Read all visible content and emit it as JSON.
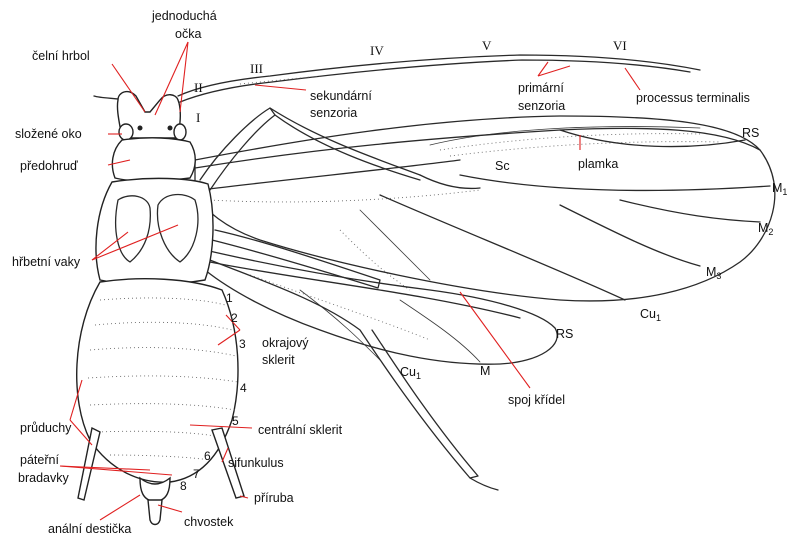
{
  "labels": {
    "jednoducha_ocka": [
      "jednoduchá",
      "očka"
    ],
    "celni_hrbol": "čelní hrbol",
    "slozene_oko": "složené oko",
    "predohrud": "předohruď",
    "hrbetni_vaky": "hřbetní vaky",
    "okrajovy_sklerit": [
      "okrajový",
      "sklerit"
    ],
    "pruduchy": "průduchy",
    "pateri_bradavky": [
      "páteřní",
      "bradavky"
    ],
    "analni_desticka": "anální destička",
    "chvostek": "chvostek",
    "priruba": "příruba",
    "sifunkulus": "sifunkulus",
    "centralni_sklerit": "centrální sklerit",
    "sekundarni_senzoria": [
      "sekundární",
      "senzoria"
    ],
    "primarni_senzoria": [
      "primární",
      "senzoria"
    ],
    "processus_terminalis": "processus terminalis",
    "plamka": "plamka",
    "spoj_kridel": "spoj křídel"
  },
  "antenna_segments": [
    "I",
    "II",
    "III",
    "IV",
    "V",
    "VI"
  ],
  "vein_labels": {
    "sc": "Sc",
    "rs_forewing": "RS",
    "m1": "M",
    "m1_sub": "1",
    "m2": "M",
    "m2_sub": "2",
    "m3": "M",
    "m3_sub": "3",
    "cu1_forewing": "Cu",
    "cu1_forewing_sub": "1",
    "rs_hindwing": "RS",
    "cu1_hindwing": "Cu",
    "cu1_hindwing_sub": "1",
    "m_hindwing": "M"
  },
  "segment_numbers": [
    "1",
    "2",
    "3",
    "4",
    "5",
    "6",
    "7",
    "8"
  ],
  "colors": {
    "leader": "#e02020",
    "ink": "#2a2a2a",
    "background": "#ffffff"
  }
}
